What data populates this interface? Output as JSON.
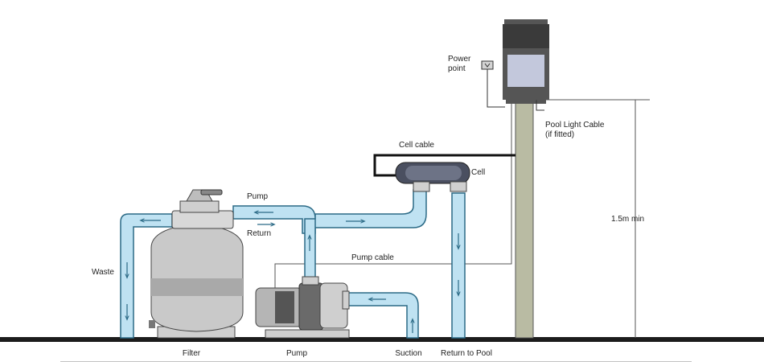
{
  "labels": {
    "power_point": [
      "Power",
      "point"
    ],
    "pool_light_cable": [
      "Pool Light Cable",
      "(if fitted)"
    ],
    "cell_cable": "Cell cable",
    "cell": "Cell",
    "pump_top": "Pump",
    "return": "Return",
    "pump_cable": "Pump cable",
    "waste": "Waste",
    "min_height": "1.5m min"
  },
  "ground_labels": {
    "filter": "Filter",
    "pump": "Pump",
    "suction": "Suction",
    "return_to_pool": "Return to Pool"
  },
  "colors": {
    "pipe_fill": "#bfe2f2",
    "pipe_stroke": "#2b6a86",
    "post_fill": "#b9bba3",
    "ground": "#1c1c1c",
    "filter_tank": "#c9c9c9",
    "filter_band": "#a9a9a9",
    "controller_dark": "#3a3a3a",
    "controller_window": "#c3c8dc",
    "cell_body": "#4a4f60"
  }
}
